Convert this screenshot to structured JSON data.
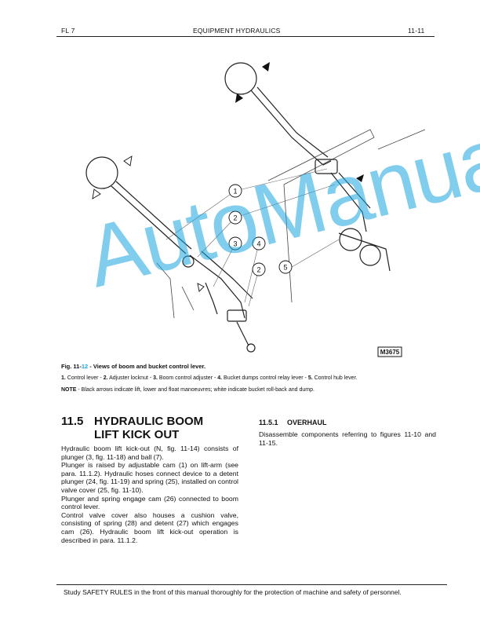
{
  "header": {
    "left": "FL 7",
    "center": "EQUIPMENT HYDRAULICS",
    "right": "11-11"
  },
  "figure": {
    "drawing_code": "M3675",
    "callouts": [
      "1",
      "2",
      "3",
      "4",
      "2",
      "5"
    ],
    "title_prefix": "Fig. 11-",
    "title_number": "12",
    "title_rest": " - Views of boom and bucket control lever.",
    "legend": [
      {
        "n": "1.",
        "t": " Control lever - "
      },
      {
        "n": "2.",
        "t": " Adjuster locknut - "
      },
      {
        "n": "3.",
        "t": " Boom control adjuster - "
      },
      {
        "n": "4.",
        "t": " Bucket dumps control relay lever - "
      },
      {
        "n": "5.",
        "t": " Control hub lever."
      }
    ],
    "note_label": "NOTE",
    "note_text": " - Black arrows indicate lift, lower and float manoeuvres; white indicate bucket roll-back and dump."
  },
  "watermark": "AutoManual",
  "section": {
    "number": "11.5",
    "title_line1": "HYDRAULIC BOOM",
    "title_line2": "LIFT KICK OUT",
    "body": [
      "Hydraulic boom lift kick-out (N, fig. 11-14) consists of plunger (3, fig. 11-18) and ball (7).",
      "Plunger is raised by adjustable cam (1) on lift-arm (see para. 11.1.2). Hydraulic hoses connect device to a detent plunger (24, fig. 11-19) and spring (25), installed on control valve cover (25, fig. 11-10).",
      "Plunger and spring engage cam (26) connected to boom control lever.",
      "Control valve cover also houses a cushion valve, consisting of spring (28) and detent (27) which engages cam (26). Hydraulic boom lift kick-out operation is described in para. 11.1.2."
    ]
  },
  "subsection": {
    "number": "11.5.1",
    "title": "OVERHAUL",
    "body": "Disassemble components referring to figures 11-10 and 11-15."
  },
  "footer": "Study SAFETY RULES in the front of this manual thoroughly for the protection of machine and safety of personnel."
}
